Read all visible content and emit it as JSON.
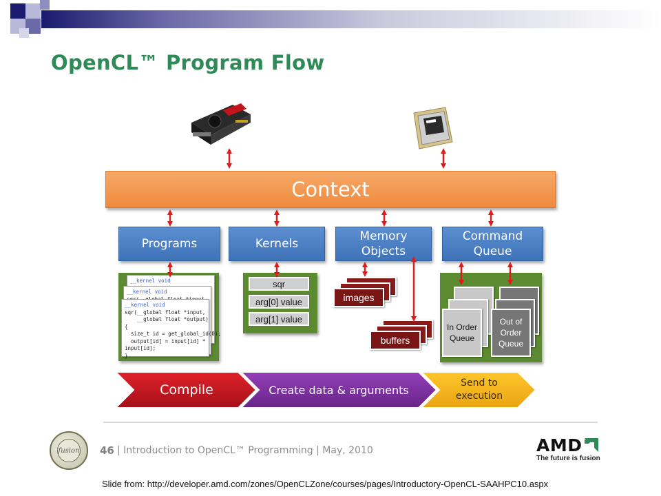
{
  "slide": {
    "title": "OpenCL™ Program Flow",
    "context_label": "Context",
    "components": {
      "programs": "Programs",
      "kernels": "Kernels",
      "memory_objects": "Memory Objects",
      "command_queue": "Command Queue"
    },
    "code_card": {
      "back_line_1": "__kernel void",
      "back_line_2": "sqr(__global float *input,",
      "lines": [
        "__kernel void",
        "sqr(__global float *input,",
        "    __global float *output)",
        "{",
        "  size_t id = get_global_id(0);",
        "  output[id] = input[id] *",
        "input[id];",
        "}"
      ]
    },
    "kernel_items": [
      "sqr",
      "arg[0] value",
      "arg[1] value"
    ],
    "memory_items": {
      "images": "images",
      "buffers": "buffers"
    },
    "queues": {
      "in_order": "In Order Queue",
      "out_of_order": "Out of Order Queue"
    },
    "steps": {
      "compile": "Compile",
      "create": "Create data & arguments",
      "send": "Send to execution"
    },
    "colors": {
      "title": "#2e8b57",
      "context": "#ee8a3e",
      "component_blue": "#3f73b8",
      "panel_green": "#5c8a30",
      "arrow_red": "#e01b1b",
      "compile_red": "#c0161c",
      "create_purple": "#7b2f9e",
      "send_yellow": "#f2b21a"
    }
  },
  "footer": {
    "page_number": "46",
    "text": "| Introduction to OpenCL™ Programming | May, 2010",
    "logo_fusion": "fusion",
    "amd_logo": "AMD",
    "amd_tagline": "The future is fusion"
  },
  "source": "Slide from:  http://developer.amd.com/zones/OpenCLZone/courses/pages/Introductory-OpenCL-SAAHPC10.aspx"
}
